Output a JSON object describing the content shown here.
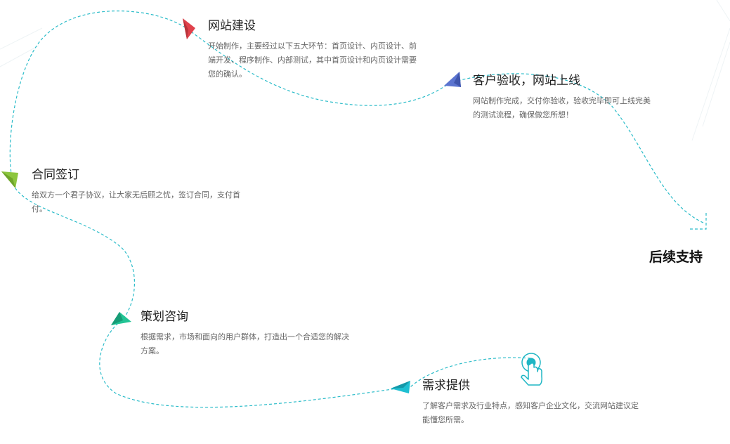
{
  "colors": {
    "path": "#2bbcc9",
    "red": "#e0414b",
    "blue": "#4d6bc8",
    "green": "#8cc63f",
    "teal": "#1fc59a",
    "cyan": "#20c0d0",
    "hand": "#1fb6c4"
  },
  "steps": {
    "website": {
      "title": "网站建设",
      "desc": "开始制作，主要经过以下五大环节：首页设计、内页设计、前端开发、程序制作、内部测试，其中首页设计和内页设计需要您的确认。"
    },
    "acceptance": {
      "title": "客户验收，网站上线",
      "desc": "网站制作完成，交付你验收，验收完毕即可上线完美的测试流程，确保做您所想！"
    },
    "contract": {
      "title": "合同签订",
      "desc": "给双方一个君子协议，让大家无后顾之忧，签订合同，支付首付。"
    },
    "consulting": {
      "title": "策划咨询",
      "desc": "根据需求，市场和面向的用户群体，打造出一个合适您的解决方案。"
    },
    "requirements": {
      "title": "需求提供",
      "desc": "了解客户需求及行业特点，感知客户企业文化，交流网站建议定能懂您所需。"
    },
    "support": {
      "title": "后续支持"
    }
  },
  "icons": {
    "start": "touch-hand-icon",
    "arrow": "paper-plane-arrow-icon"
  }
}
